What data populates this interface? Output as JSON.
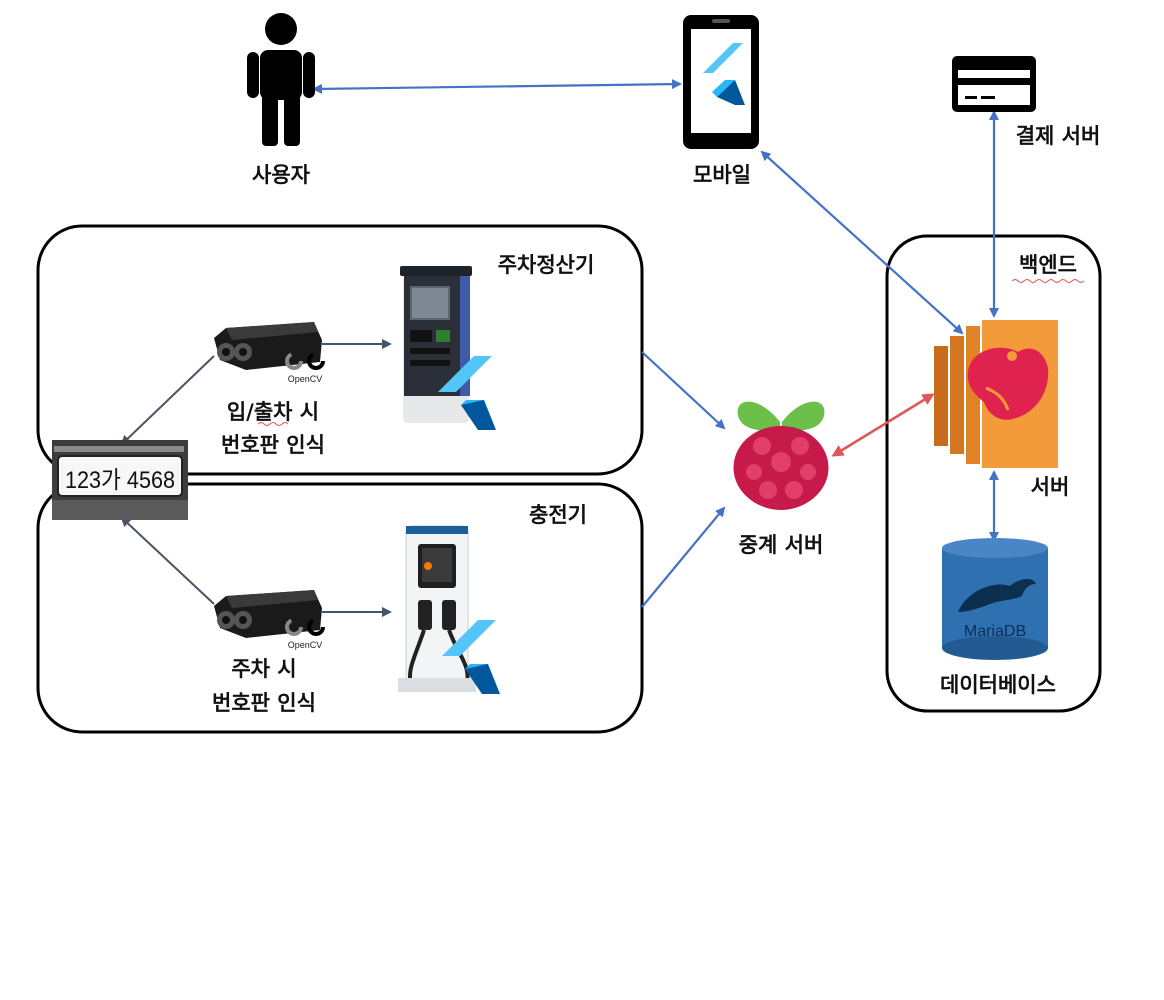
{
  "nodes": {
    "user": "사용자",
    "mobile": "모바일",
    "payment_server": "결제 서버",
    "backend_group": "백엔드",
    "server": "서버",
    "database": "데이터베이스",
    "relay_server": "중계 서버",
    "pay_station_group": "주차정산기",
    "charger_group": "충전기",
    "entry_exit_caption": [
      "입/출차 시",
      "번호판 인식"
    ],
    "parking_caption": [
      "주차 시",
      "번호판 인식"
    ]
  },
  "logos": {
    "opencv": "OpenCV",
    "mariadb": "MariaDB",
    "plate": "123가 4568"
  },
  "icons": [
    "person-icon",
    "smartphone-icon",
    "flutter-logo",
    "credit-card-icon",
    "nestjs-logo",
    "aws-server-icon",
    "raspberry-pi-logo",
    "mariadb-logo",
    "opencv-logo",
    "camera-icon",
    "license-plate-image",
    "parking-kiosk-image",
    "ev-charger-image"
  ],
  "colors": {
    "arrow_blue": "#4472C4",
    "arrow_red": "#E05656",
    "arrow_dark": "#44546A",
    "nest_red": "#E0234E",
    "aws_orange": "#E8862A",
    "raspberry": "#C51A4A",
    "mariadb_blue": "#2F70B1",
    "flutter_light": "#54C5F8",
    "flutter_dark": "#01579B"
  }
}
